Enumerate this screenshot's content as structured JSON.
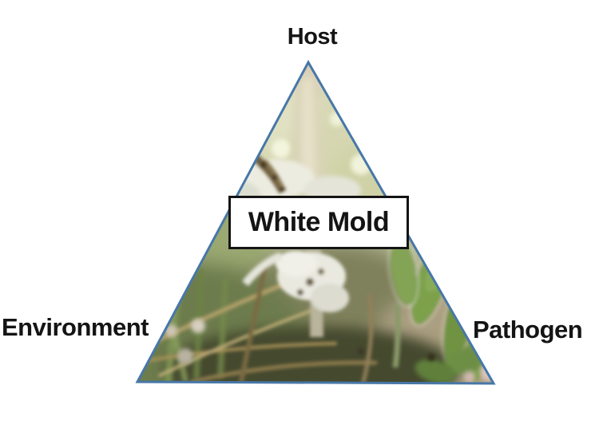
{
  "diagram": {
    "name": "disease-triangle",
    "center_label": "White Mold",
    "vertex_top": "Host",
    "vertex_bottom_left": "Environment",
    "vertex_bottom_right": "Pathogen"
  },
  "colors": {
    "page-background": "#ffffff",
    "triangle-border": "#4777a8",
    "box-border": "#141414",
    "box-background": "#ffffff",
    "label-color": "#141414"
  }
}
